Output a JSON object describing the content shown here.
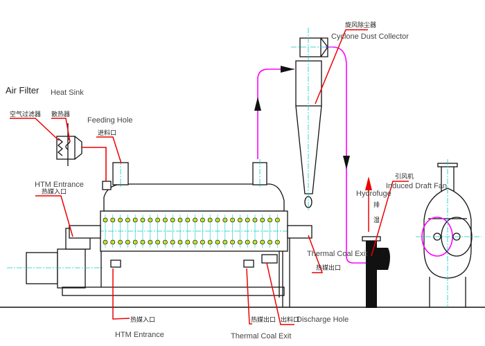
{
  "labels": {
    "air_filter_en": "Air Filter",
    "air_filter_cn": "空气过滤器",
    "heat_sink_en": "Heat Sink",
    "heat_sink_cn": "散热器",
    "feeding_hole_en": "Feeding Hole",
    "feeding_hole_cn": "进料口",
    "htm_entrance_left_en": "HTM Entrance",
    "htm_entrance_left_cn": "热媒入口",
    "htm_entrance_bottom_cn": "热媒入口",
    "htm_entrance_bottom_en": "HTM Entrance",
    "thermal_coal_exit_bottom_cn": "热媒出口",
    "thermal_coal_exit_bottom_en": "Thermal Coal Exit",
    "discharge_hole_cn": "出料口",
    "discharge_hole_en": "Discharge Hole",
    "thermal_coal_exit_right_en": "Thermal Coal Exit",
    "thermal_coal_exit_right_cn": "热媒出口",
    "cyclone_cn": "旋风除尘器",
    "cyclone_en": "Cyclone Dust Collector",
    "hydrofuge_en": "Hydrofuge",
    "hydrofuge_cn_1": "排",
    "hydrofuge_cn_2": "湿",
    "fan_cn": "引风机",
    "fan_en": "Induced Draft Fan"
  },
  "colors": {
    "leader": "#ff0000",
    "air_duct": "#ff00ff",
    "centerline": "#00cccc",
    "arrow": "#ff0000"
  }
}
